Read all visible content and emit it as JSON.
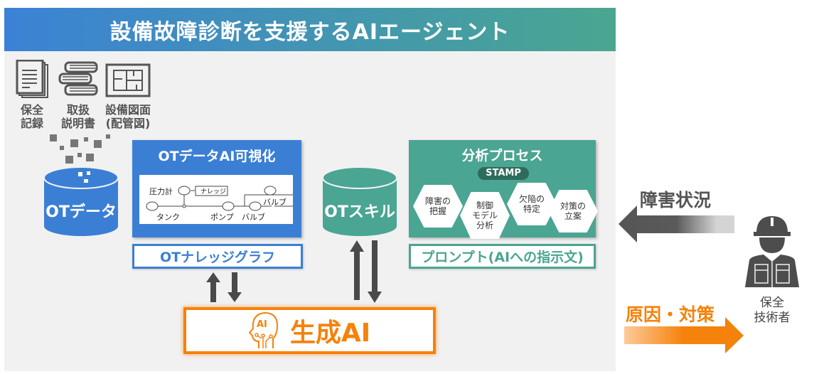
{
  "title": "設備故障診断を支援するAIエージェント",
  "sources": [
    {
      "label": "保全\n記録",
      "icon": "document-icon"
    },
    {
      "label": "取扱\n説明書",
      "icon": "manual-icon"
    },
    {
      "label": "設備図面\n(配管図)",
      "icon": "floorplan-icon"
    }
  ],
  "ot_data": "OTデータ",
  "visualization": {
    "title": "OTデータAI可視化",
    "graph_labels": {
      "gauge": "圧力計",
      "knowledge": "ナレッジ",
      "tank": "タンク",
      "pump": "ポンプ",
      "valve1": "バルブ",
      "valve2": "バルブ"
    },
    "caption": "OTナレッジグラフ"
  },
  "ot_skill": "OTスキル",
  "analysis": {
    "title": "分析プロセス",
    "badge": "STAMP",
    "steps": [
      "障害の\n把握",
      "制御\nモデル\n分析",
      "欠陥の\n特定",
      "対策の\n立案"
    ],
    "caption": "プロンプト(AIへの指示文)"
  },
  "genai": {
    "label": "生成AI",
    "icon_text": "AI"
  },
  "incoming": {
    "label": "障害状況"
  },
  "outgoing": {
    "label": "原因・対策"
  },
  "worker": {
    "label": "保全\n技術者"
  },
  "colors": {
    "blue": "#3b7fd5",
    "teal": "#4aa592",
    "orange": "#f5820a",
    "gray": "#555555"
  }
}
